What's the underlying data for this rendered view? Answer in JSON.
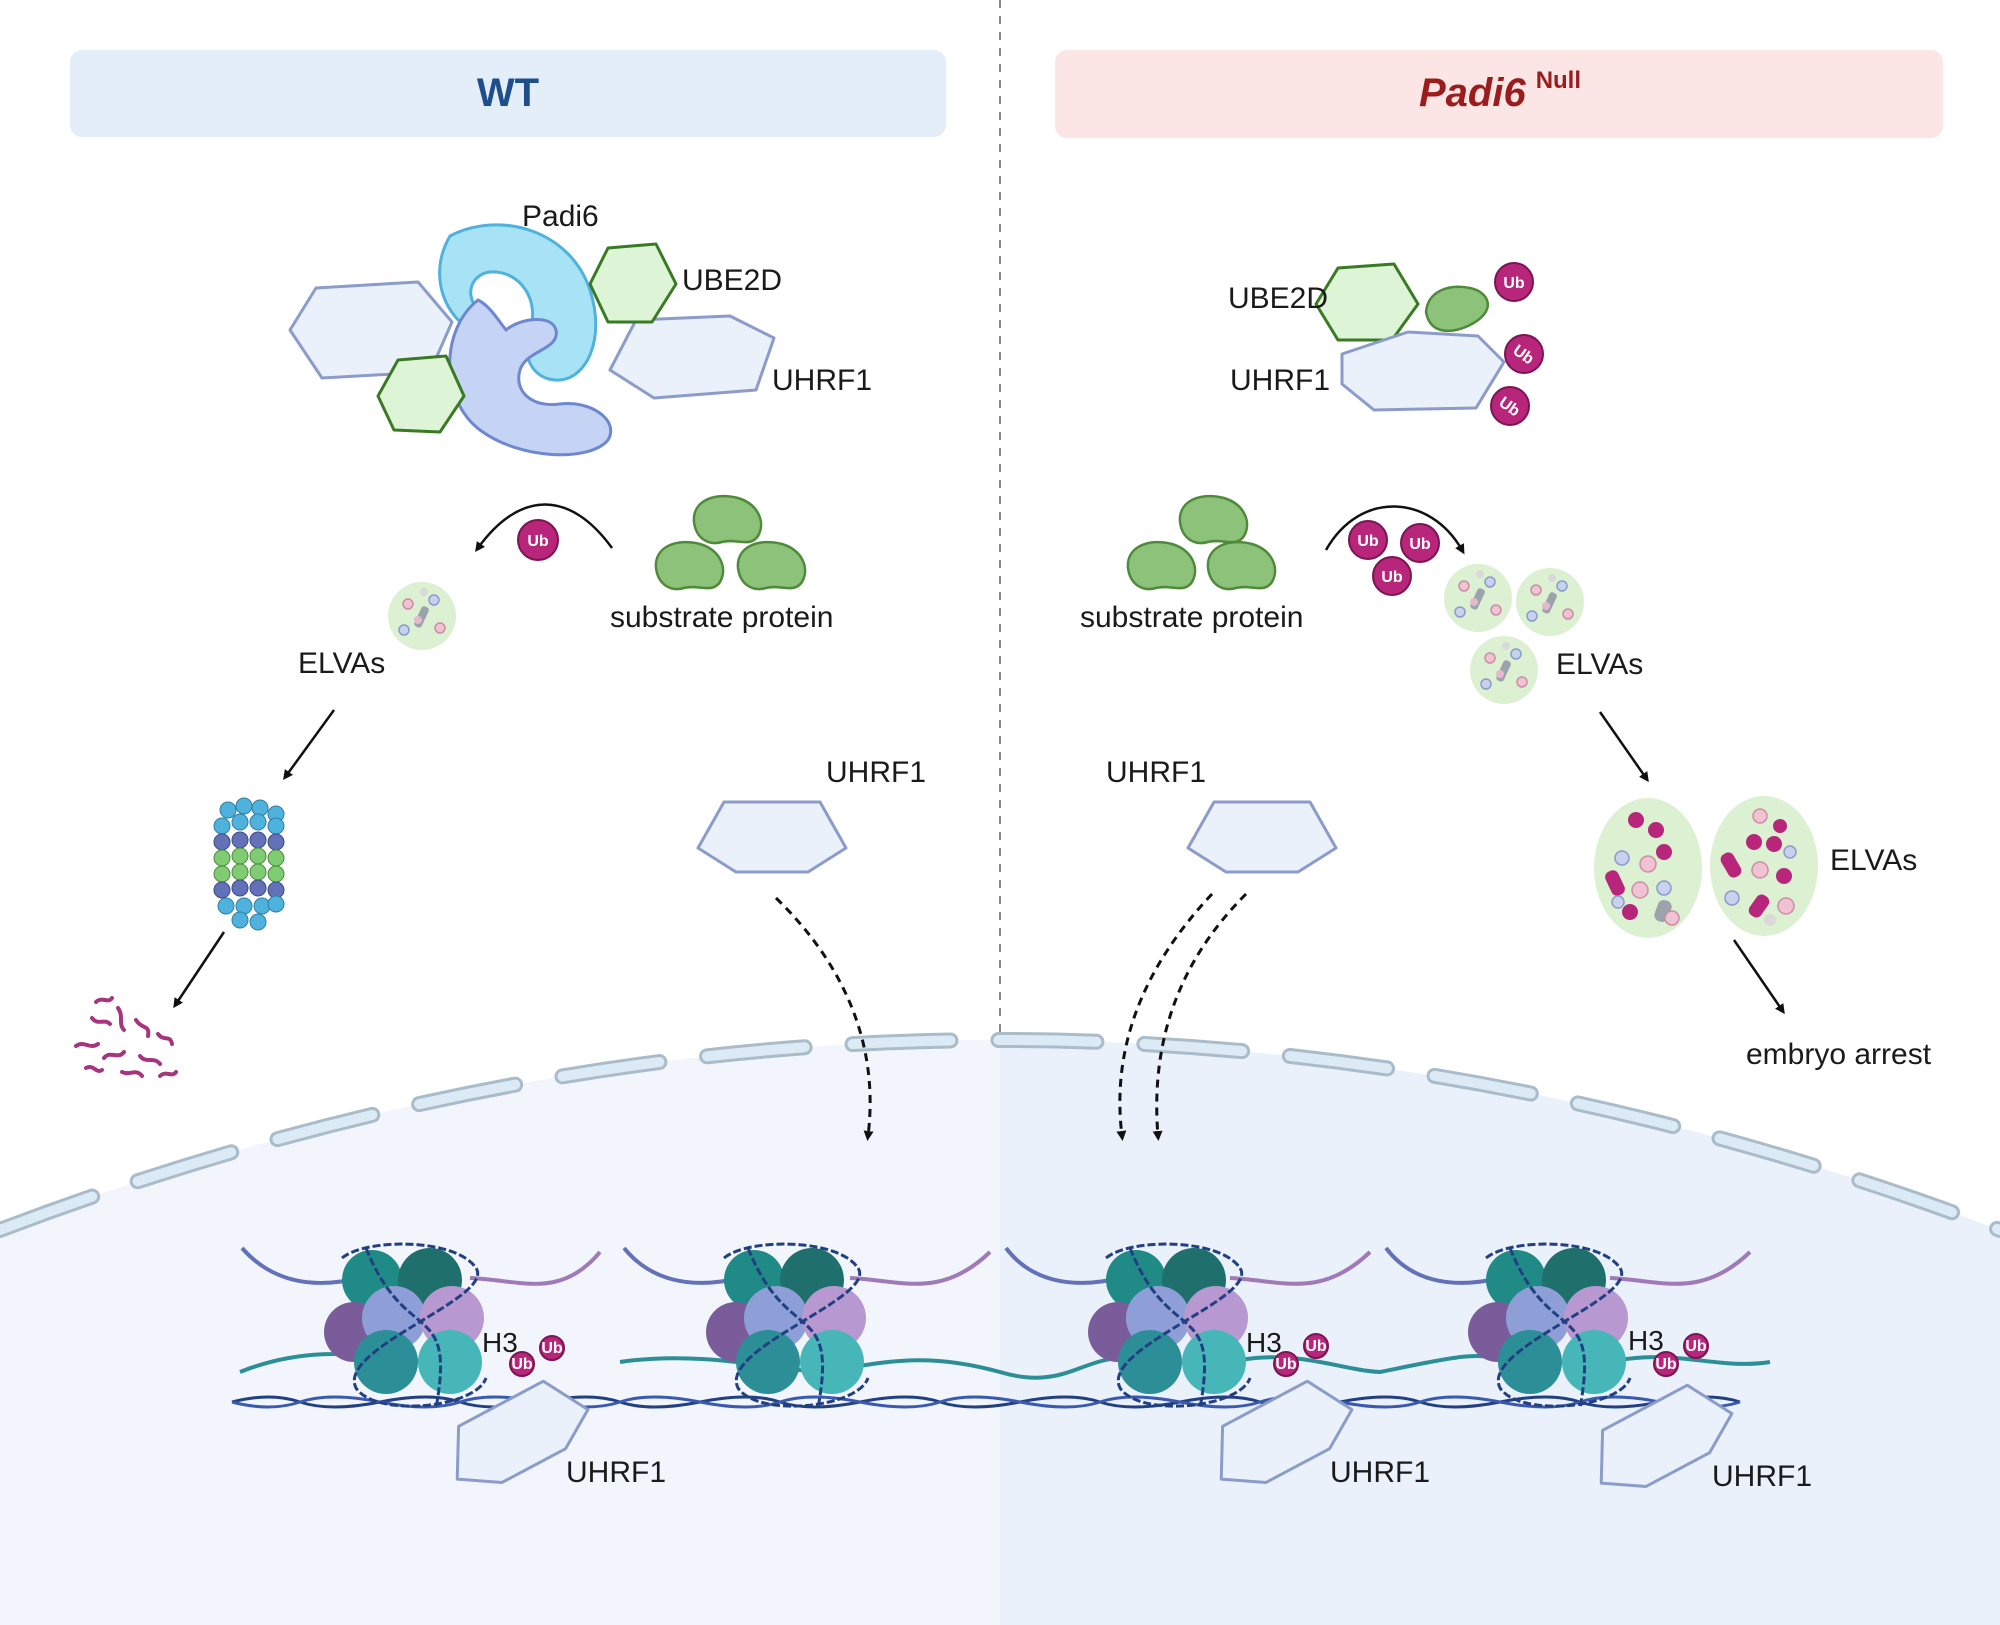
{
  "headers": {
    "wt": "WT",
    "null_gene": "Padi6",
    "null_sup": "Null"
  },
  "wt": {
    "padi6": "Padi6",
    "ube2d": "UBE2D",
    "uhrf1_complex": "UHRF1",
    "ub": "Ub",
    "substrate": "substrate protein",
    "elvas": "ELVAs",
    "uhrf1_cyto": "UHRF1",
    "h3": "H3",
    "h3_ub": "Ub",
    "uhrf1_nuc": "UHRF1"
  },
  "null": {
    "ube2d": "UBE2D",
    "uhrf1": "UHRF1",
    "ub1": "Ub",
    "ub2": "Ub",
    "ub3": "Ub",
    "ub4": "Ub",
    "ub5": "Ub",
    "ub6": "Ub",
    "substrate": "substrate protein",
    "elvas_small": "ELVAs",
    "elvas_large": "ELVAs",
    "embryo_arrest": "embryo arrest",
    "uhrf1_cyto": "UHRF1",
    "h3_a": "H3",
    "h3_a_ub1": "Ub",
    "h3_a_ub2": "Ub",
    "h3_b": "H3",
    "h3_b_ub1": "Ub",
    "h3_b_ub2": "Ub",
    "uhrf1_nuc_a": "UHRF1",
    "uhrf1_nuc_b": "UHRF1"
  },
  "colors": {
    "wt_header_bg": "#e3eef9",
    "wt_header_text": "#1f4e8c",
    "null_header_bg": "#fbe5e5",
    "null_header_text": "#9b1c1c",
    "ube2d_fill": "#def4d6",
    "ube2d_stroke": "#3b7a24",
    "substrate_fill": "#8cc27a",
    "uhrf1_fill": "#eaf1fb",
    "uhrf1_stroke": "#8b9ccb",
    "ub_fill": "#b8267c",
    "nucleus_fill": "#f2f6fc",
    "envelope": "#dceaf5",
    "proteasome_blue": "#4fb2dd",
    "proteasome_green": "#7fcc74",
    "proteasome_purple": "#6271b8"
  }
}
